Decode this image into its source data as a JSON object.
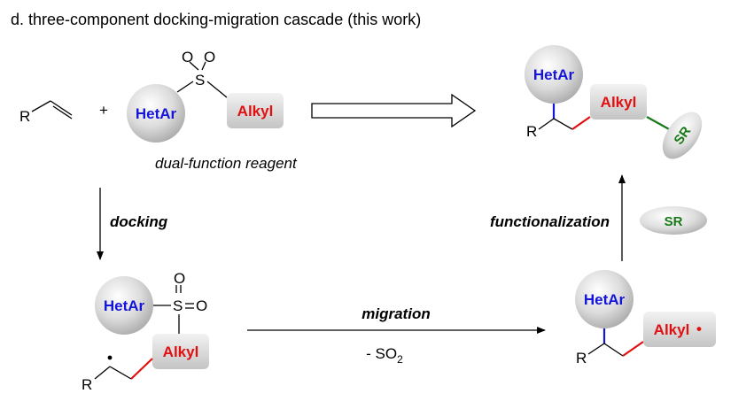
{
  "title": "d. three-component docking-migration cascade (this work)",
  "alkene_R": "R",
  "plus": "+",
  "reagent": {
    "hetar": "HetAr",
    "alkyl": "Alkyl",
    "o1": "O",
    "o2": "O",
    "s": "S",
    "caption": "dual-function reagent"
  },
  "product": {
    "hetar": "HetAr",
    "alkyl": "Alkyl",
    "sr": "SR",
    "r": "R"
  },
  "steps": {
    "docking": "docking",
    "migration": "migration",
    "so2_minus": "- SO",
    "so2_sub": "2",
    "functionalization": "functionalization",
    "sr_reagent": "SR"
  },
  "intermediate1": {
    "hetar": "HetAr",
    "alkyl": "Alkyl",
    "s": "S",
    "o_top": "O",
    "o_right": "O",
    "r": "R"
  },
  "intermediate2": {
    "hetar": "HetAr",
    "alkyl": "Alkyl",
    "radical_dot": "•",
    "r": "R"
  },
  "colors": {
    "hetar_text": "#1515d9",
    "alkyl_text": "#e01010",
    "sr_text": "#1a7a1a",
    "bond_blue": "#1515d9",
    "bond_red": "#e01010",
    "bond_green": "#1a7a1a"
  }
}
